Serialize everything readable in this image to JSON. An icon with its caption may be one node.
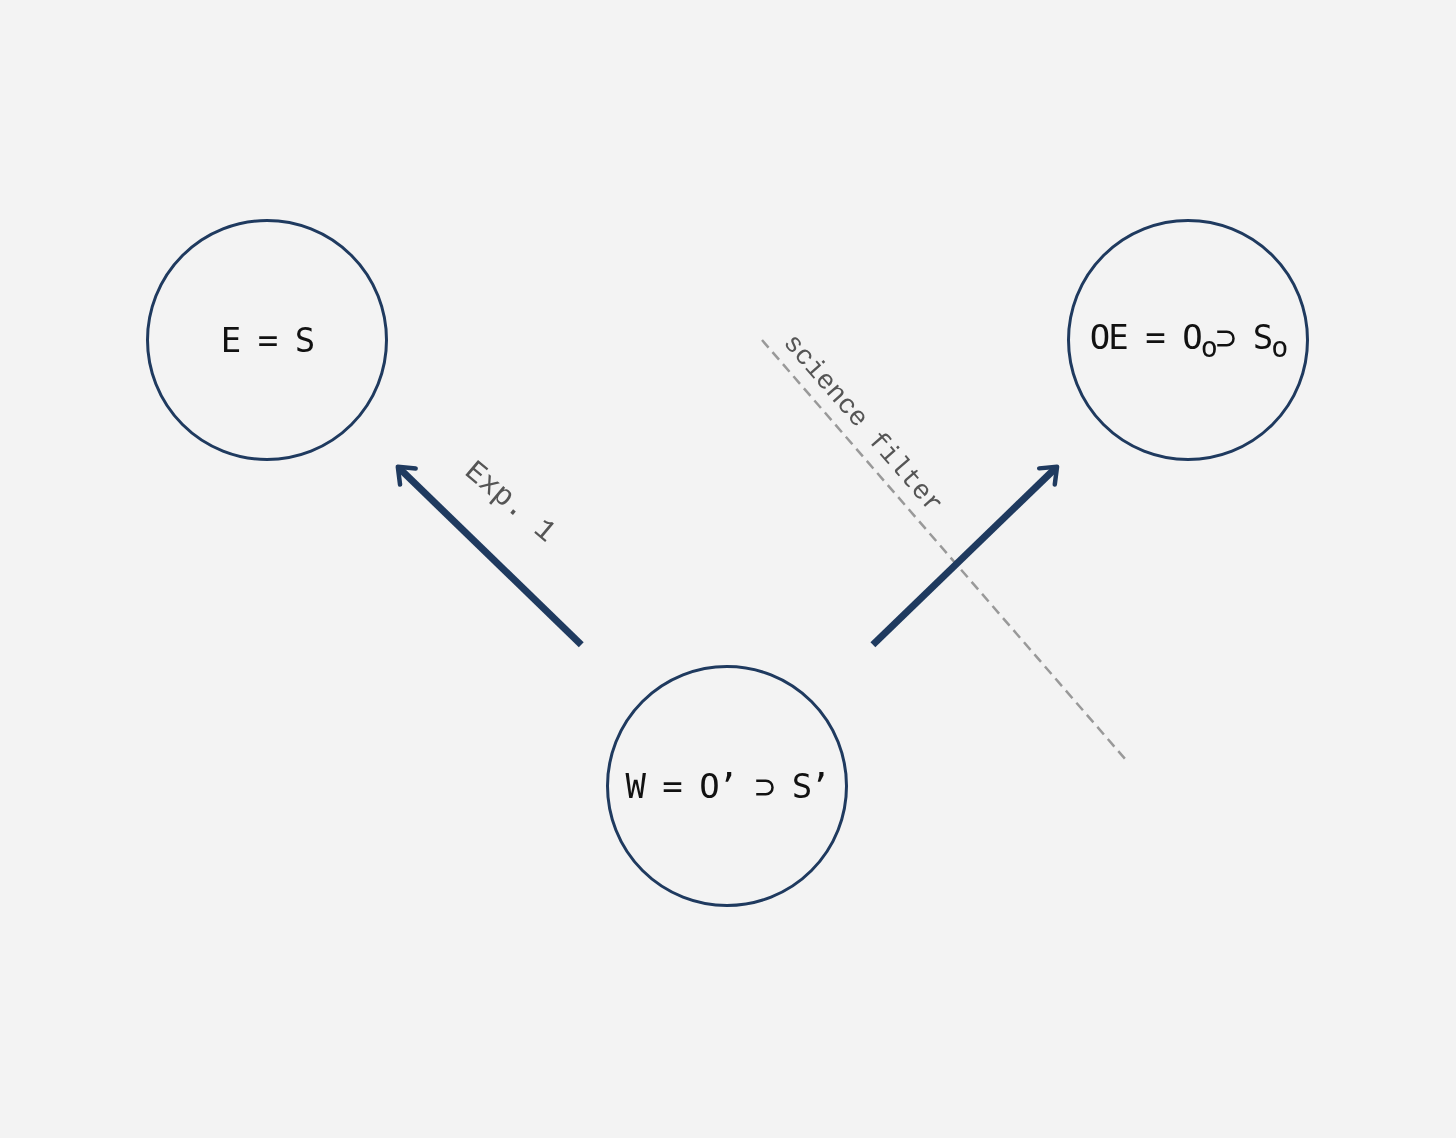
{
  "diagram": {
    "nodes": [
      {
        "text": [
          "E = S"
        ]
      },
      {
        "text": [
          "OE = O$_{o}$⊃ S$_{o}$"
        ]
      },
      {
        "text": [
          "W = O’ ⊃ S’"
        ]
      }
    ],
    "edges": [
      {
        "from": 2,
        "to": 0,
        "arrow": "to",
        "label": "Exp. 1"
      },
      {
        "from": 2,
        "to": 1,
        "arrow": "to"
      }
    ],
    "labels": [
      "science filter"
    ]
  }
}
